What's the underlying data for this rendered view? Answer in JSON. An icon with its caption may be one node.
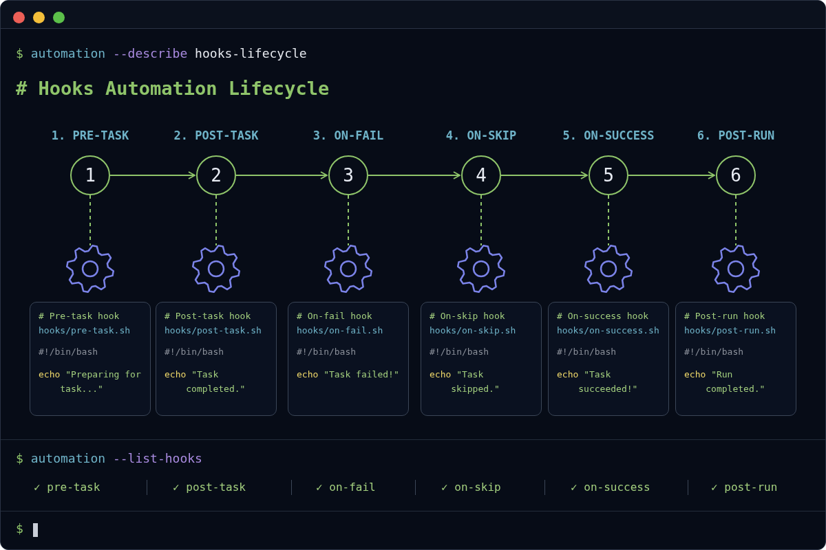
{
  "diagram": {
    "title": "# Hooks Automation Lifecycle",
    "nodes": [
      {
        "text": [
          "1"
        ],
        "beside": [
          "1. PRE-TASK"
        ]
      },
      {
        "text": [
          "2"
        ],
        "beside": [
          "2. POST-TASK"
        ]
      },
      {
        "text": [
          "3"
        ],
        "beside": [
          "3. ON-FAIL"
        ]
      },
      {
        "text": [
          "4"
        ],
        "beside": [
          "4. ON-SKIP"
        ]
      },
      {
        "text": [
          "5"
        ],
        "beside": [
          "5. ON-SUCCESS"
        ]
      },
      {
        "text": [
          "6"
        ],
        "beside": [
          "6. POST-RUN"
        ]
      },
      {
        "text": [],
        "shape": "gear"
      },
      {
        "text": [],
        "shape": "gear"
      },
      {
        "text": [],
        "shape": "gear"
      },
      {
        "text": [],
        "shape": "gear"
      },
      {
        "text": [],
        "shape": "gear"
      },
      {
        "text": [],
        "shape": "gear"
      },
      {
        "text": [
          "# Pre-task hook",
          "hooks/pre-task.sh",
          "#!/bin/bash",
          "echo \"Preparing for task...\""
        ]
      },
      {
        "text": [
          "# Post-task hook",
          "hooks/post-task.sh",
          "#!/bin/bash",
          "echo \"Task completed.\""
        ]
      },
      {
        "text": [
          "# On-fail hook",
          "hooks/on-fail.sh",
          "#!/bin/bash",
          "echo \"Task failed!\""
        ]
      },
      {
        "text": [
          "# On-skip hook",
          "hooks/on-skip.sh",
          "#!/bin/bash",
          "echo \"Task skipped.\""
        ]
      },
      {
        "text": [
          "# On-success hook",
          "hooks/on-success.sh",
          "#!/bin/bash",
          "echo \"Task succeeded!\""
        ]
      },
      {
        "text": [
          "# Post-run hook",
          "hooks/post-run.sh",
          "#!/bin/bash",
          "echo \"Run completed.\""
        ]
      }
    ],
    "edges": [
      {
        "from": 0,
        "to": 1,
        "arrow": "to"
      },
      {
        "from": 1,
        "to": 2,
        "arrow": "to"
      },
      {
        "from": 2,
        "to": 3,
        "arrow": "to"
      },
      {
        "from": 3,
        "to": 4,
        "arrow": "to"
      },
      {
        "from": 4,
        "to": 5,
        "arrow": "to"
      },
      {
        "from": 0,
        "to": 6,
        "arrow": "none",
        "style": "dashed"
      },
      {
        "from": 1,
        "to": 7,
        "arrow": "none",
        "style": "dashed"
      },
      {
        "from": 2,
        "to": 8,
        "arrow": "none",
        "style": "dashed"
      },
      {
        "from": 3,
        "to": 9,
        "arrow": "none",
        "style": "dashed"
      },
      {
        "from": 4,
        "to": 10,
        "arrow": "none",
        "style": "dashed"
      },
      {
        "from": 5,
        "to": 11,
        "arrow": "none",
        "style": "dashed"
      }
    ],
    "labels": [
      "$ automation --describe hooks-lifecycle",
      "$ automation --list-hooks",
      "✓ pre-task",
      "✓ post-task",
      "✓ on-fail",
      "✓ on-skip",
      "✓ on-success",
      "✓ post-run",
      "$"
    ]
  }
}
